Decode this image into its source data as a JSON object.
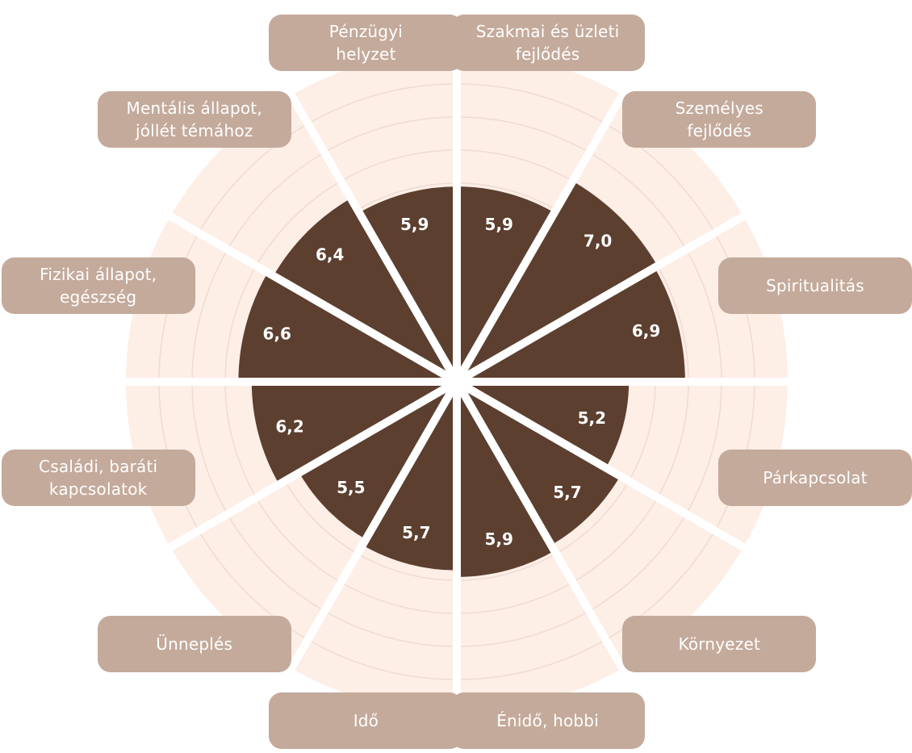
{
  "chart_data": {
    "type": "polar-area",
    "title": "",
    "rlim": [
      0,
      10
    ],
    "grid": true,
    "colors": {
      "background": "#fdeee6",
      "grid": "#eedcd2",
      "value_fill": "#5c3f2f",
      "separator": "#ffffff",
      "label_box": "#c4aa9b",
      "label_text": "#ffffff"
    },
    "categories": [
      "Szakmai és üzleti\nfejlődés",
      "Személyes\nfejlődés",
      "Spiritualitás",
      "Párkapcsolat",
      "Környezet",
      "Énidő, hobbi",
      "Idő",
      "Ünneplés",
      "Családi, baráti\nkapcsolatok",
      "Fizikai állapot,\negészség",
      "Mentális állapot,\njóllét témához",
      "Pénzügyi\nhelyzet"
    ],
    "values": [
      5.9,
      7.0,
      6.9,
      5.2,
      5.7,
      5.9,
      5.7,
      5.5,
      6.2,
      6.6,
      6.4,
      5.9
    ],
    "value_labels": [
      "5,9",
      "7,0",
      "6,9",
      "5,2",
      "5,7",
      "5,9",
      "5,7",
      "5,5",
      "6,2",
      "6,6",
      "6,4",
      "5,9"
    ]
  }
}
